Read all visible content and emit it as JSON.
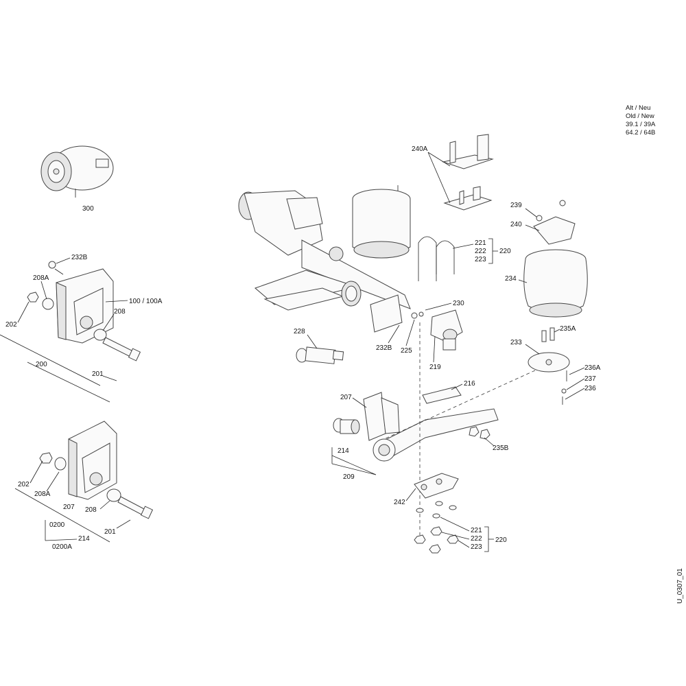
{
  "legend": {
    "line1": "Alt / Neu",
    "line2": "Old / New",
    "line3": "39.1 / 39A",
    "line4": "64.2 / 64B"
  },
  "drawing_id": "U_0307_01",
  "labels": {
    "l300": "300",
    "l232B_left": "232B",
    "l208A_upper": "208A",
    "l100": "100 / 100A",
    "l202_upper": "202",
    "l208_upper": "208",
    "l200": "200",
    "l201_upper": "201",
    "l202_lower": "202",
    "l208A_lower": "208A",
    "l207_lower": "207",
    "l208_lower": "208",
    "l0200": "0200",
    "l201_lower": "201",
    "l214_lower": "214",
    "l0200A": "0200A",
    "l240A": "240A",
    "l239": "239",
    "l240": "240",
    "l221_top": "221",
    "l222_top": "222",
    "l223_top": "223",
    "l220_top": "220",
    "l234": "234",
    "l230": "230",
    "l235A": "235A",
    "l228": "228",
    "l232B_center": "232B",
    "l225": "225",
    "l219": "219",
    "l233": "233",
    "l236A": "236A",
    "l237": "237",
    "l236": "236",
    "l216": "216",
    "l207_center": "207",
    "l235B": "235B",
    "l214_center": "214",
    "l209": "209",
    "l242": "242",
    "l221_bottom": "221",
    "l222_bottom": "222",
    "l223_bottom": "223",
    "l220_bottom": "220"
  }
}
